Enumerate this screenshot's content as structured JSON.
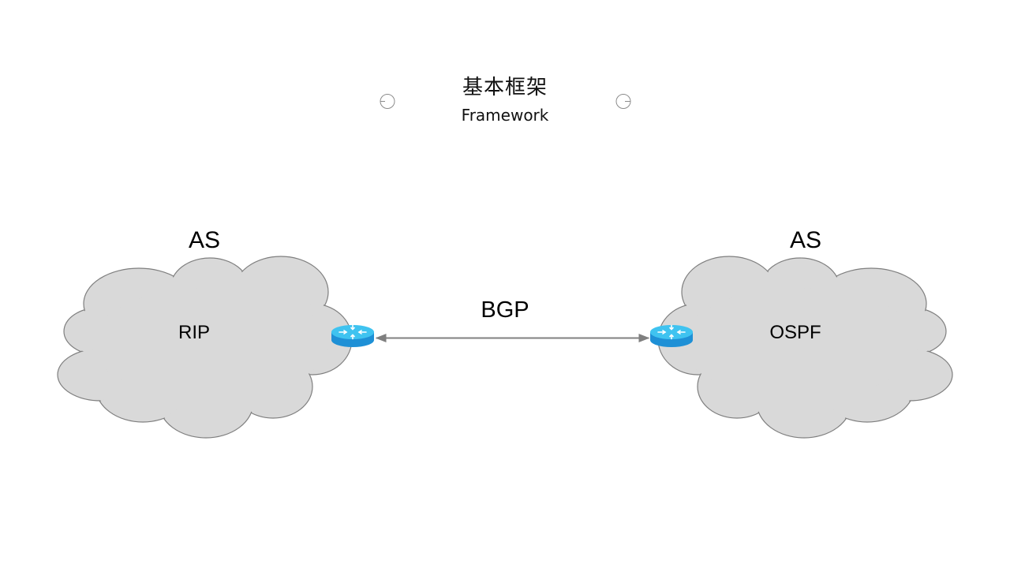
{
  "header": {
    "title": "基本框架",
    "subtitle": "Framework"
  },
  "diagram": {
    "left_network": {
      "as_label": "AS",
      "protocol_label": "RIP"
    },
    "right_network": {
      "as_label": "AS",
      "protocol_label": "OSPF"
    },
    "link": {
      "label": "BGP"
    }
  },
  "colors": {
    "cloud_fill": "#d9d9d9",
    "cloud_stroke": "#7f7f7f",
    "router_top": "#3fc3f0",
    "router_side": "#1e90d6",
    "link_line": "#808080",
    "title_rule": "#c8c8c8"
  }
}
